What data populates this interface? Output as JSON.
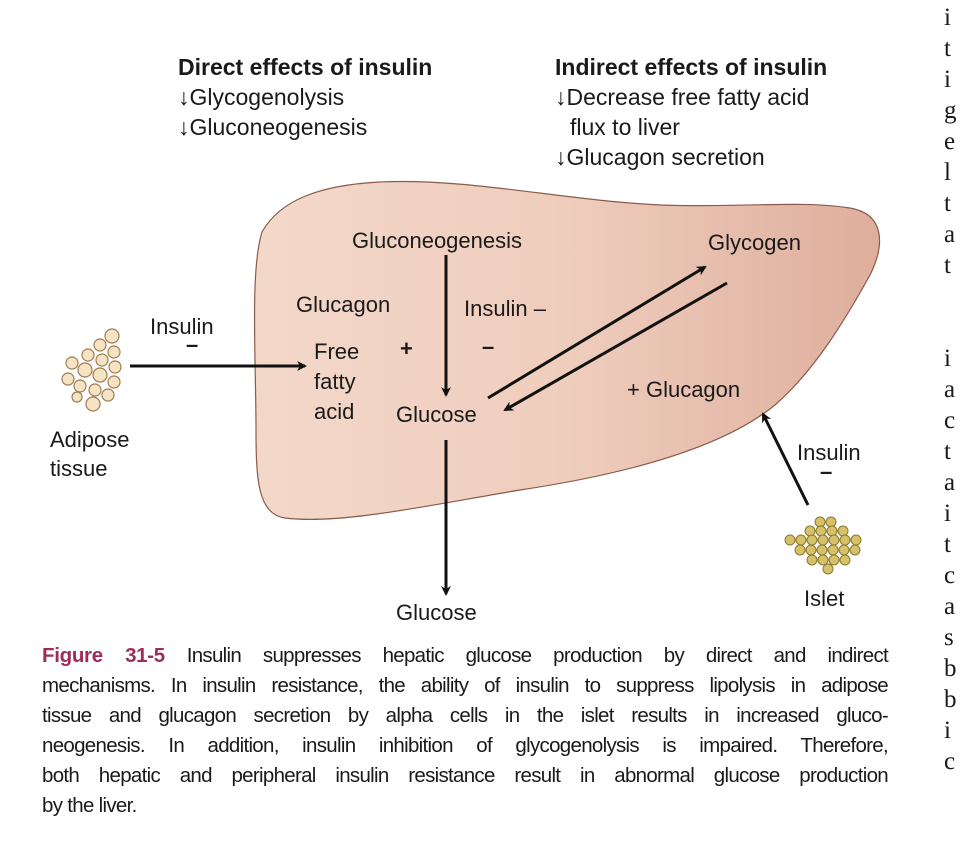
{
  "direct": {
    "title": "Direct effects of insulin",
    "items": [
      "↓Glycogenolysis",
      "↓Gluconeogenesis"
    ]
  },
  "indirect": {
    "title": "Indirect effects of insulin",
    "items": [
      "↓Decrease free fatty acid",
      "flux to liver",
      "↓Glucagon secretion"
    ]
  },
  "liver": {
    "gluconeogenesis": "Gluconeogenesis",
    "glycogen": "Glycogen",
    "glucagon": "Glucagon",
    "insulin_minus": "Insulin –",
    "free": "Free",
    "plus": "+",
    "minus": "–",
    "fatty": "fatty",
    "acid": "acid",
    "glucose": "Glucose",
    "plus_glucagon": "+ Glucagon"
  },
  "adipose": {
    "insulin": "Insulin",
    "minus": "–",
    "label1": "Adipose",
    "label2": "tissue"
  },
  "islet": {
    "insulin": "Insulin",
    "minus": "–",
    "label": "Islet"
  },
  "output_glucose": "Glucose",
  "caption": {
    "figure_label": "Figure 31-5",
    "lines": [
      " Insulin suppresses hepatic glucose production by direct and indirect",
      "mechanisms. In insulin resistance, the ability of insulin to suppress lipolysis in adipose",
      "tissue and glucagon secretion by alpha cells in the islet results in increased gluco-",
      "neogenesis. In addition, insulin inhibition of glycogenolysis is impaired. Therefore,",
      "both hepatic and peripheral insulin resistance result in abnormal glucose production",
      "by the liver."
    ]
  },
  "right_column_fragments": [
    "i",
    "t",
    "i",
    "g",
    "e",
    "l",
    "t",
    "a",
    "t",
    "",
    "",
    "i",
    "a",
    "c",
    "t",
    "a",
    "i",
    "t",
    "c",
    "a",
    "s",
    "b",
    "b",
    "i",
    "c"
  ],
  "colors": {
    "liver_light": "#f2d5c6",
    "liver_dark": "#dfb09e",
    "figure_label": "#9b2c5c",
    "fat": "#f6e3c4",
    "islet": "#cdb75a"
  }
}
